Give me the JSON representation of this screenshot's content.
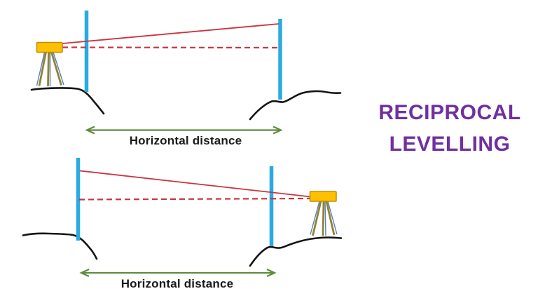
{
  "title": {
    "line1": "RECIPROCAL",
    "line2": "LEVELLING"
  },
  "diagrams": {
    "top": {
      "distance_label": "Horizontal distance",
      "instrument_position": "left",
      "sight_lines": [
        "inclined-line-of-sight",
        "horizontal-dashed-line"
      ]
    },
    "bottom": {
      "distance_label": "Horizontal distance",
      "instrument_position": "right",
      "sight_lines": [
        "inclined-line-of-sight",
        "horizontal-dashed-line"
      ]
    }
  },
  "icons": {
    "level_instrument": "surveying level on tripod",
    "levelling_staff": "vertical graduated staff",
    "distance_arrow": "double-headed horizontal arrow"
  },
  "colors": {
    "background": "#FFFFFF",
    "staff_blue": "#29ABE2",
    "sight_line_red": "#C9353F",
    "arrow_green": "#5E8C3B",
    "instrument_yellow": "#FFC000",
    "instrument_border": "#BF8F00",
    "tripod_olive": "#8F8435",
    "tripod_blue": "#5B7FBE",
    "ground_black": "#141414",
    "label_text": "#1A1A1A",
    "title_purple": "#7030A0"
  }
}
